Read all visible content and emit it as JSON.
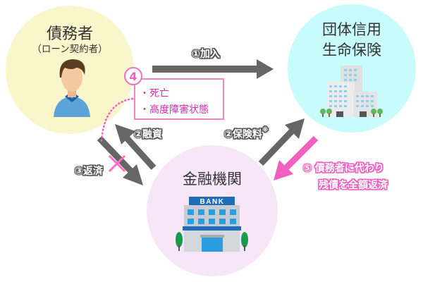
{
  "nodes": {
    "debtor": {
      "title": "債務者",
      "subtitle": "（ローン契約者）",
      "icon": "person-icon"
    },
    "insurer": {
      "title_line1": "団体信用",
      "title_line2": "生命保険",
      "icon": "office-building-icon"
    },
    "bank": {
      "title": "金融機関",
      "sign": "BANK",
      "icon": "bank-building-icon"
    }
  },
  "arrows": {
    "join": "①加入",
    "loan": "②融資",
    "premium": "②保険料",
    "premium_note": "※",
    "repay": "③返済",
    "payoff_line1": "⑤ 債務者に代わり",
    "payoff_line2": "残債を全額返済"
  },
  "event_box": {
    "badge": "4",
    "items": [
      "・死亡",
      "・高度障害状態"
    ]
  },
  "colors": {
    "debtor_bg": "#faf6cc",
    "insurer_bg": "#c8fbfb",
    "bank_bg": "#f6e6f8",
    "arrow_gray": "#666666",
    "accent_pink": "#f060c0"
  }
}
